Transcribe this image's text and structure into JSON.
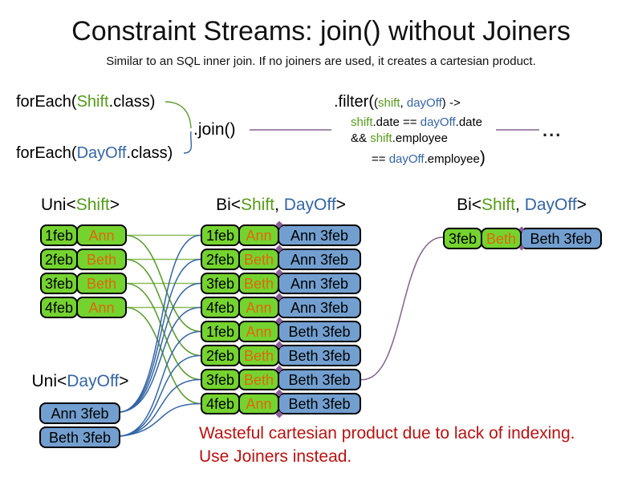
{
  "slide": {
    "title": "Constraint Streams: join() without Joiners",
    "subtitle": "Similar to an SQL inner join. If no joiners are used, it creates a cartesian product."
  },
  "code": {
    "foreach_shift": {
      "pre": "forEach(",
      "cls": "Shift",
      "post": ".class)"
    },
    "foreach_dayoff": {
      "pre": "forEach(",
      "cls": "DayOff",
      "post": ".class)"
    },
    "join": ".join()",
    "filter": {
      "head": ".filter(",
      "params_open": "(",
      "param1": "shift",
      "param_sep": ", ",
      "param2": "dayOff",
      "arrow": ") ->",
      "l2_a": "shift",
      "l2_b": ".date == ",
      "l2_c": "dayOff",
      "l2_d": ".date",
      "l3_a": "&& ",
      "l3_b": "shift",
      "l3_c": ".employee",
      "l4_a": "== ",
      "l4_b": "dayOff",
      "l4_c": ".employee",
      "l4_close": ")"
    },
    "ellipsis": "..."
  },
  "labels": {
    "uni_shift": {
      "pre": "Uni<",
      "t1": "Shift",
      "post": ">"
    },
    "bi_mid": {
      "pre": "Bi<",
      "t1": "Shift",
      "sep": ", ",
      "t2": "DayOff",
      "post": ">"
    },
    "bi_right": {
      "pre": "Bi<",
      "t1": "Shift",
      "sep": ", ",
      "t2": "DayOff",
      "post": ">"
    },
    "uni_dayoff": {
      "pre": "Uni<",
      "t1": "DayOff",
      "post": ">"
    }
  },
  "shifts": [
    {
      "date": "1feb",
      "employee": "Ann"
    },
    {
      "date": "2feb",
      "employee": "Beth"
    },
    {
      "date": "3feb",
      "employee": "Beth"
    },
    {
      "date": "4feb",
      "employee": "Ann"
    }
  ],
  "dayoffs": [
    {
      "label": "Ann 3feb"
    },
    {
      "label": "Beth 3feb"
    }
  ],
  "bi_rows": [
    {
      "date": "1feb",
      "employee": "Ann",
      "dayoff": "Ann 3feb"
    },
    {
      "date": "2feb",
      "employee": "Beth",
      "dayoff": "Ann 3feb"
    },
    {
      "date": "3feb",
      "employee": "Beth",
      "dayoff": "Ann 3feb"
    },
    {
      "date": "4feb",
      "employee": "Ann",
      "dayoff": "Ann 3feb"
    },
    {
      "date": "1feb",
      "employee": "Ann",
      "dayoff": "Beth 3feb"
    },
    {
      "date": "2feb",
      "employee": "Beth",
      "dayoff": "Beth 3feb"
    },
    {
      "date": "3feb",
      "employee": "Beth",
      "dayoff": "Beth 3feb"
    },
    {
      "date": "4feb",
      "employee": "Ann",
      "dayoff": "Beth 3feb"
    }
  ],
  "result": {
    "date": "3feb",
    "employee": "Beth",
    "dayoff": "Beth 3feb"
  },
  "warning": {
    "line1": "Wasteful cartesian product due to lack of indexing.",
    "line2": "Use Joiners instead."
  },
  "colors": {
    "shift_box_green": "#75d32f",
    "dayoff_box_blue": "#729fcf",
    "employee_orange": "#e2660b",
    "code_green": "#569b1b",
    "code_blue": "#3465a4",
    "warning_red": "#bb1111",
    "join_line_purple": "#83638b",
    "shift_line_green": "#5e9c31",
    "shift_line_light_green": "#8cbd57",
    "dayoff_line_blue": "#3465a4",
    "diamond_purple": "#8a5c97"
  }
}
